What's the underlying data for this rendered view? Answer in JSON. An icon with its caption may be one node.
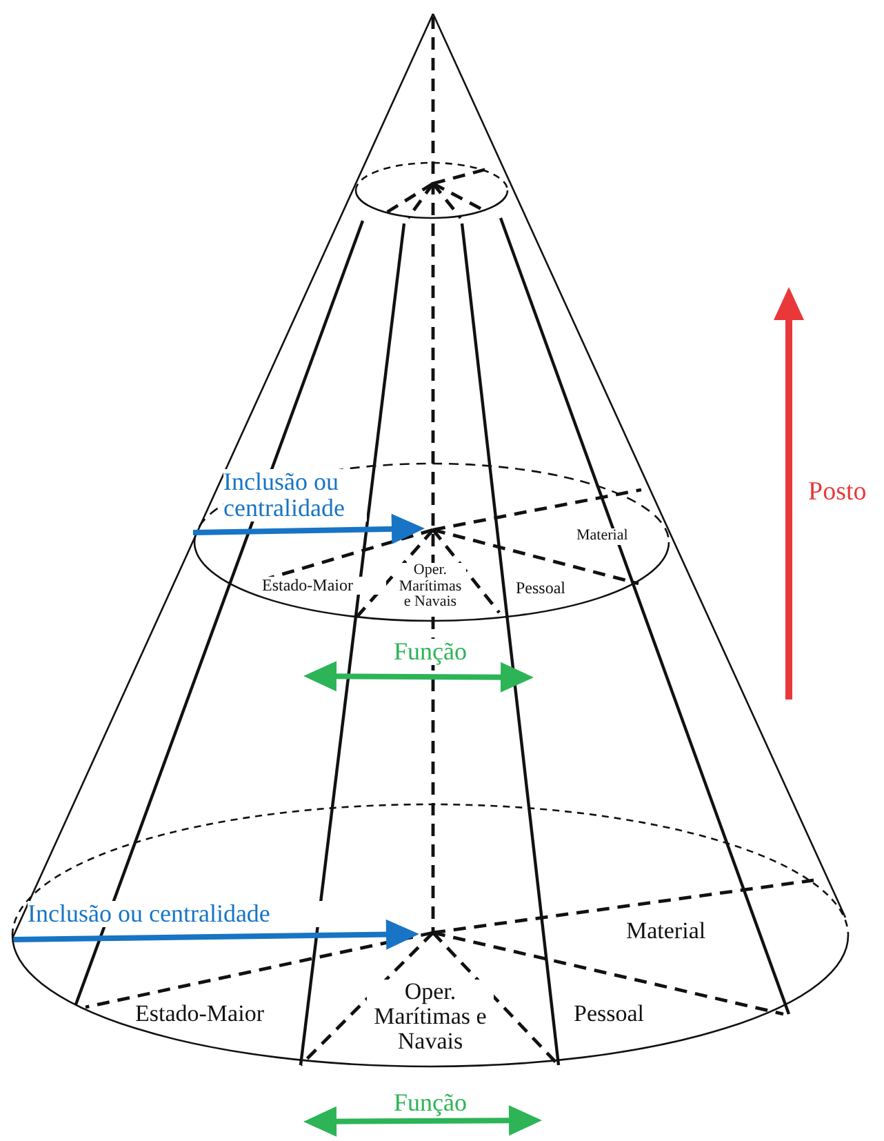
{
  "diagram": {
    "labels": [
      "Posto",
      "Inclusão ou centralidade",
      "Material",
      "Oper. Marítimas e Navais",
      "Estado-Maior",
      "Pessoal",
      "Função",
      "Inclusão ou centralidade",
      "Material",
      "Oper. Marítimas e Navais",
      "Estado-Maior",
      "Pessoal",
      "Função"
    ]
  }
}
